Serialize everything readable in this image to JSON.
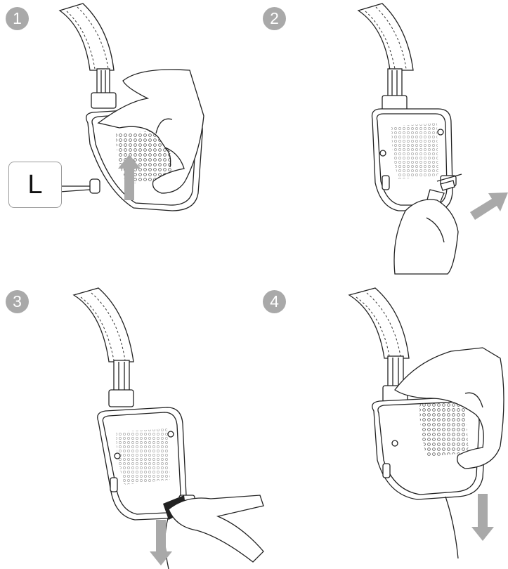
{
  "steps": [
    {
      "number": "1",
      "side_label": "L",
      "arrow_direction": "up"
    },
    {
      "number": "2",
      "arrow_direction": "up-right"
    },
    {
      "number": "3",
      "arrow_direction": "down"
    },
    {
      "number": "4",
      "arrow_direction": "down"
    }
  ],
  "colors": {
    "badge": "#a9a9a9",
    "arrow": "#a9a9a9",
    "line": "#222222",
    "grille": "#c8c8c8"
  }
}
